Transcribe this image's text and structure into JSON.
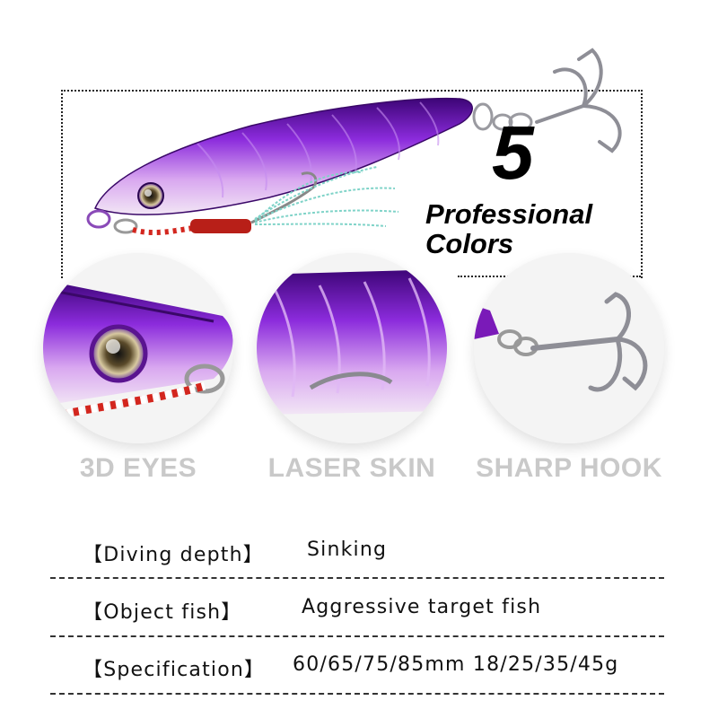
{
  "headline": {
    "count": "5",
    "line1": "Professional",
    "line2": "Colors"
  },
  "features": [
    {
      "label": "3D EYES",
      "icon": "eye-closeup"
    },
    {
      "label": "LASER SKIN",
      "icon": "skin-closeup"
    },
    {
      "label": "SHARP HOOK",
      "icon": "treble-hook"
    }
  ],
  "specs": [
    {
      "label": "【Diving depth】",
      "value": "Sinking"
    },
    {
      "label": "【Object fish】",
      "value": "Aggressive target fish"
    },
    {
      "label": "【Specification】",
      "value": "60/65/75/85mm  18/25/35/45g"
    }
  ],
  "colors": {
    "lure_purple": "#8a2be2",
    "lure_dark": "#4b0a8c",
    "caption_gray": "#c9c9c9",
    "thread_red": "#d3261e"
  }
}
